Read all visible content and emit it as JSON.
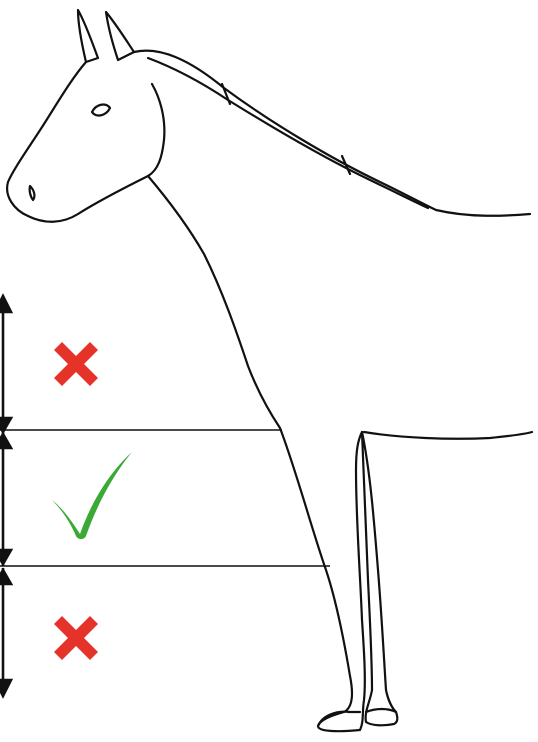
{
  "diagram": {
    "colors": {
      "outline": "#111111",
      "wrong": "#e5332a",
      "correct": "#3aa935",
      "background": "#ffffff"
    },
    "zones": [
      {
        "name": "upper-zone",
        "marker": "cross-icon",
        "status": "incorrect"
      },
      {
        "name": "middle-zone",
        "marker": "check-icon",
        "status": "correct"
      },
      {
        "name": "lower-zone",
        "marker": "cross-icon",
        "status": "incorrect"
      }
    ]
  }
}
